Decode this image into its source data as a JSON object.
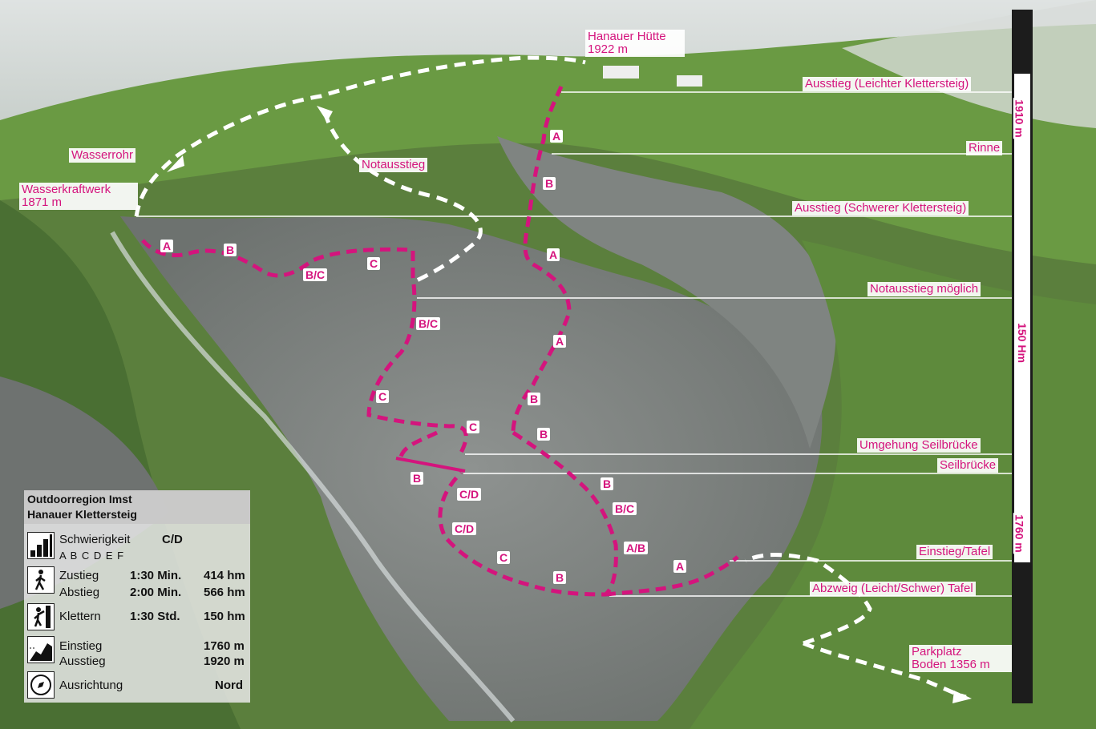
{
  "colors": {
    "accent": "#d4147d",
    "ruler": "#1c1c1c"
  },
  "labels": {
    "hanauer_huette": "Hanauer Hütte",
    "hanauer_huette_alt": "1922 m",
    "ausstieg_leicht": "Ausstieg (Leichter Klettersteig)",
    "rinne": "Rinne",
    "ausstieg_schwer": "Ausstieg (Schwerer Klettersteig)",
    "notausstieg_moeglich": "Notausstieg möglich",
    "umgehung": "Umgehung Seilbrücke",
    "seilbruecke": "Seilbrücke",
    "einstieg_tafel": "Einstieg/Tafel",
    "abzweig": "Abzweig (Leicht/Schwer) Tafel",
    "parkplatz": "Parkplatz",
    "parkplatz_alt": "Boden 1356 m",
    "wasserrohr": "Wasserrohr",
    "wasserkraftwerk": "Wasserkraftwerk",
    "wasserkraftwerk_alt": "1871 m",
    "notausstieg": "Notausstieg"
  },
  "ruler": {
    "top": "1910 m",
    "middle": "150 Hm",
    "bottom": "1760 m"
  },
  "grades": [
    "A",
    "B",
    "B/C",
    "C",
    "A",
    "B",
    "A",
    "B/C",
    "A",
    "C",
    "B",
    "C",
    "B",
    "B",
    "B/C",
    "B",
    "C/D",
    "C/D",
    "C",
    "B",
    "A/B",
    "A"
  ],
  "info": {
    "title1": "Outdoorregion Imst",
    "title2": "Hanauer Klettersteig",
    "schwierigkeit_label": "Schwierigkeit",
    "schwierigkeit_value": "C/D",
    "scale": "A B C D E F",
    "zustieg_label": "Zustieg",
    "zustieg_time": "1:30 Min.",
    "zustieg_hm": "414 hm",
    "abstieg_label": "Abstieg",
    "abstieg_time": "2:00 Min.",
    "abstieg_hm": "566 hm",
    "klettern_label": "Klettern",
    "klettern_time": "1:30 Std.",
    "klettern_hm": "150 hm",
    "einstieg_label": "Einstieg",
    "einstieg_value": "1760 m",
    "ausstieg_label": "Ausstieg",
    "ausstieg_value": "1920 m",
    "ausrichtung_label": "Ausrichtung",
    "ausrichtung_value": "Nord"
  }
}
